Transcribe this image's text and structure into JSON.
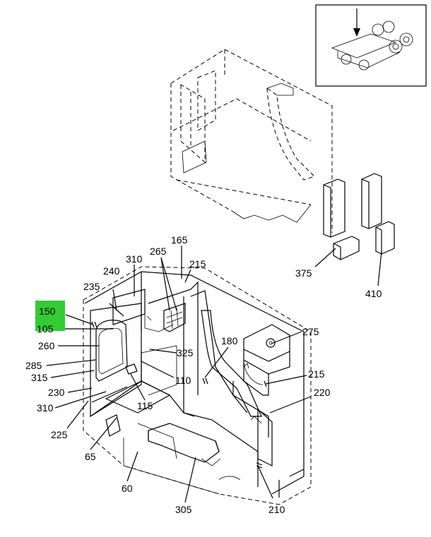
{
  "highlight_color": "#33cc33",
  "callouts": {
    "c150": "150",
    "c105": "105",
    "c235": "235",
    "c240": "240",
    "c310_top": "310",
    "c265": "265",
    "c165": "165",
    "c215_top": "215",
    "c260": "260",
    "c285": "285",
    "c315": "315",
    "c230": "230",
    "c310_low": "310",
    "c225": "225",
    "c65": "65",
    "c60": "60",
    "c305": "305",
    "c210": "210",
    "c115": "115",
    "c110": "110",
    "c325": "325",
    "c180": "180",
    "c275": "275",
    "c215_right": "215",
    "c220": "220",
    "c375": "375",
    "c410": "410"
  }
}
